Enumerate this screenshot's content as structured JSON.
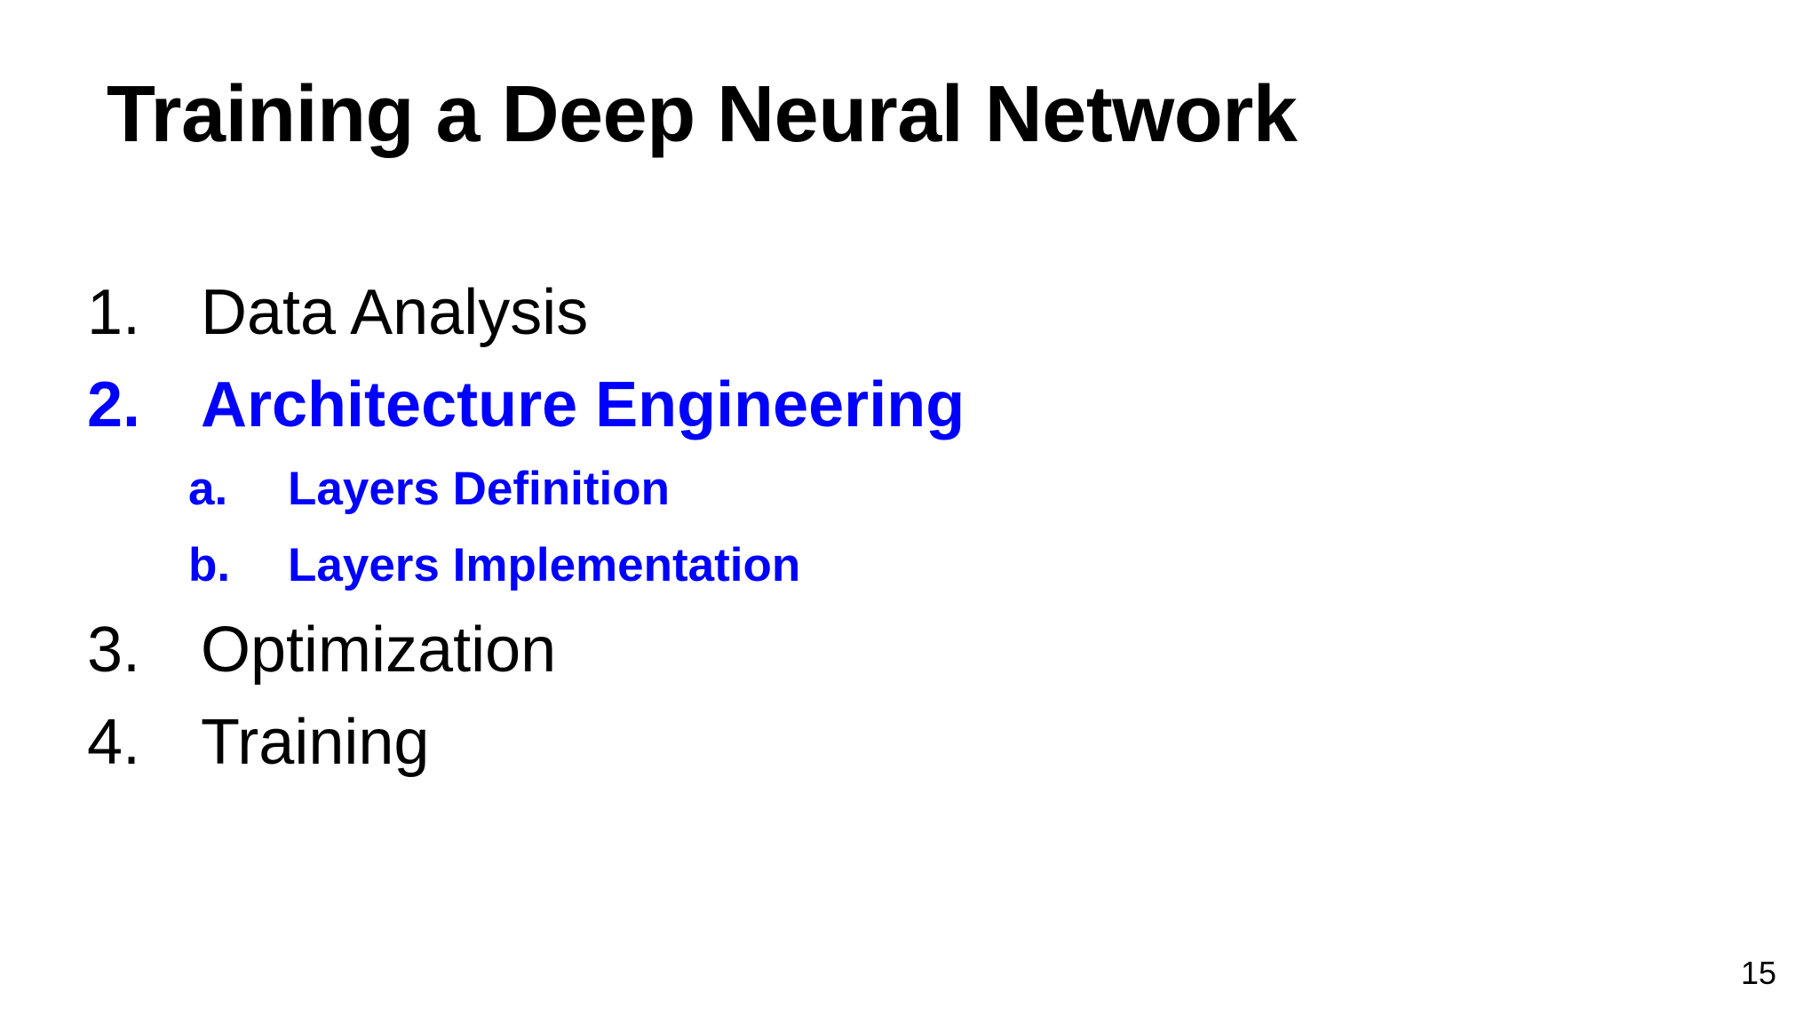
{
  "slide": {
    "title": "Training a Deep Neural Network",
    "page_number": "15",
    "background_color": "#ffffff",
    "default_text_color": "#000000",
    "highlight_color": "#0000ff"
  },
  "outline": {
    "items": [
      {
        "marker": "1.",
        "label": "Data Analysis",
        "level": 1,
        "style": "plain",
        "color": "#000000"
      },
      {
        "marker": "2.",
        "label": "Architecture Engineering",
        "level": 1,
        "style": "highlight",
        "color": "#0000ff"
      },
      {
        "marker": "a.",
        "label": "Layers Definition",
        "level": 2,
        "style": "highlight",
        "color": "#0000ff"
      },
      {
        "marker": "b.",
        "label": "Layers Implementation",
        "level": 2,
        "style": "highlight",
        "color": "#0000ff"
      },
      {
        "marker": "3.",
        "label": "Optimization",
        "level": 1,
        "style": "plain",
        "color": "#000000"
      },
      {
        "marker": "4.",
        "label": "Training",
        "level": 1,
        "style": "plain",
        "color": "#000000"
      }
    ]
  }
}
